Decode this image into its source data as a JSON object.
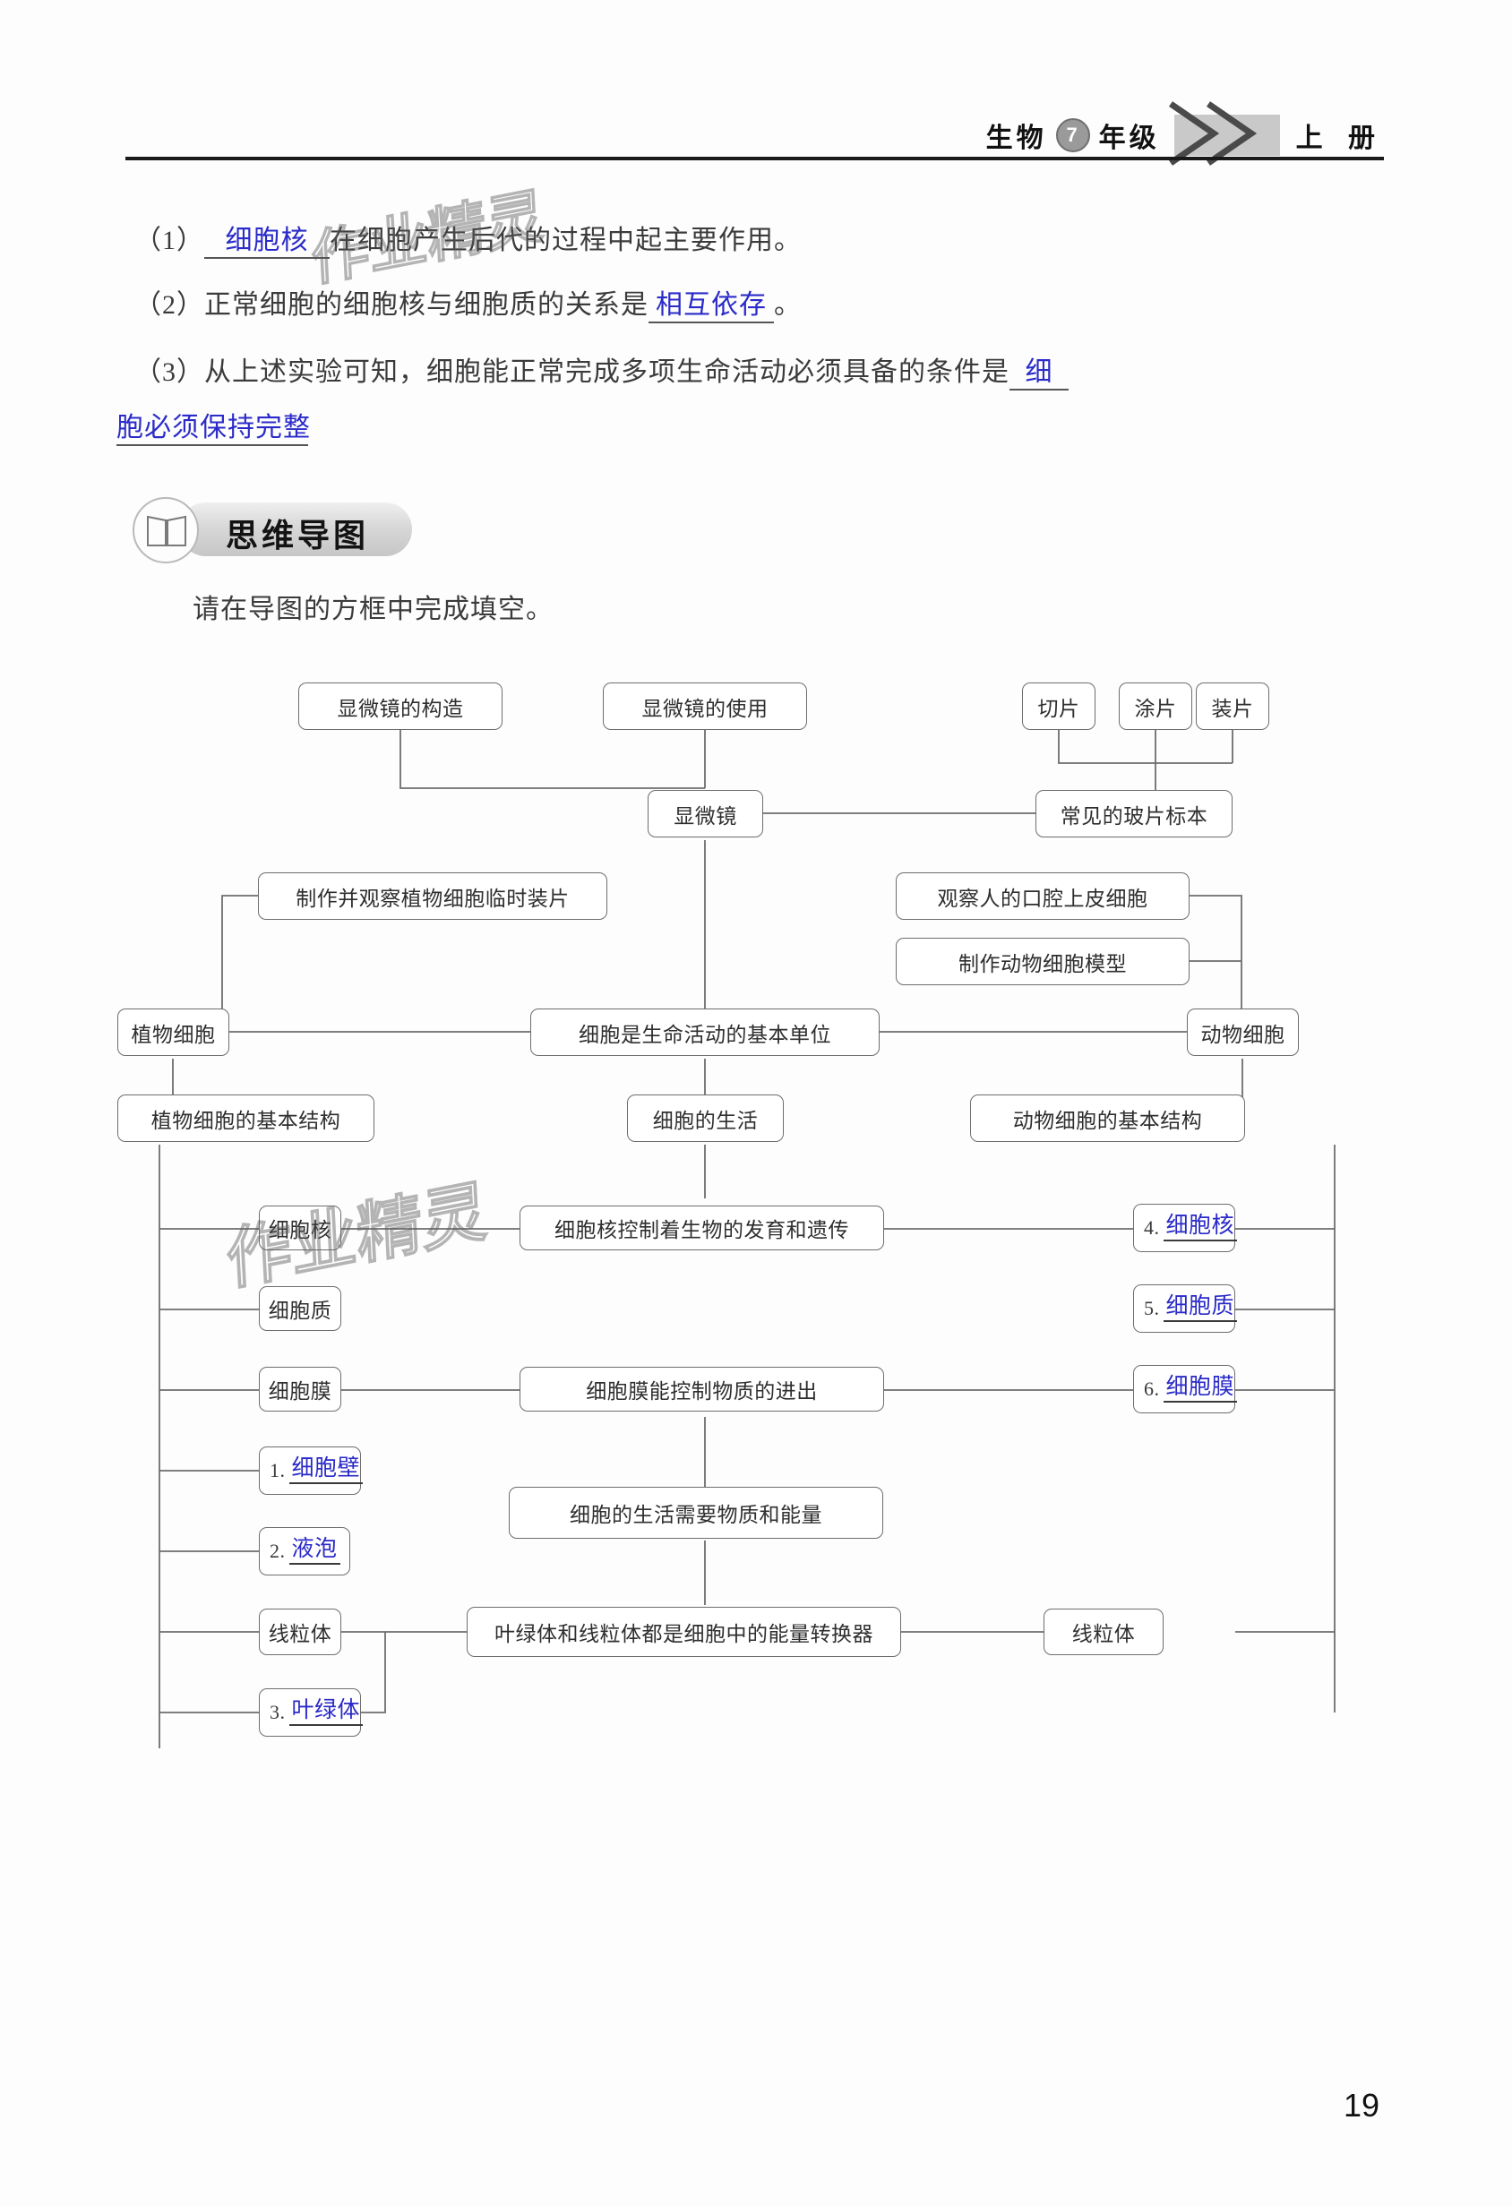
{
  "header": {
    "subject": "生物",
    "grade_number": "7",
    "grade_suffix": "年级",
    "volume": "上 册"
  },
  "questions": [
    {
      "id": "q1",
      "number": "（1）",
      "answer": "细胞核",
      "text_after": "在细胞产生后代的过程中起主要作用。"
    },
    {
      "id": "q2",
      "number": "（2）",
      "text_before": "正常细胞的细胞核与细胞质的关系是",
      "answer": "相互依存",
      "text_after": "。"
    },
    {
      "id": "q3",
      "number": "（3）",
      "text_before": "从上述实验可知，细胞能正常完成多项生命活动必须具备的条件是",
      "answer_part1": "细",
      "answer_part2": "胞必须保持完整"
    }
  ],
  "section": {
    "icon": "book-icon",
    "title": "思维导图",
    "instruction": "请在导图的方框中完成填空。"
  },
  "watermark": {
    "text": "作业精灵"
  },
  "page_number": "19",
  "chart_data": {
    "type": "diagram",
    "title": "思维导图",
    "nodes": [
      {
        "id": "n1",
        "label": "显微镜的构造"
      },
      {
        "id": "n2",
        "label": "显微镜的使用"
      },
      {
        "id": "n3",
        "label": "切片"
      },
      {
        "id": "n4",
        "label": "涂片"
      },
      {
        "id": "n5",
        "label": "装片"
      },
      {
        "id": "n6",
        "label": "显微镜"
      },
      {
        "id": "n7",
        "label": "常见的玻片标本"
      },
      {
        "id": "n8",
        "label": "制作并观察植物细胞临时装片"
      },
      {
        "id": "n9",
        "label": "观察人的口腔上皮细胞"
      },
      {
        "id": "n10",
        "label": "制作动物细胞模型"
      },
      {
        "id": "n11",
        "label": "植物细胞"
      },
      {
        "id": "n12",
        "label": "细胞是生命活动的基本单位"
      },
      {
        "id": "n13",
        "label": "动物细胞"
      },
      {
        "id": "n14",
        "label": "植物细胞的基本结构"
      },
      {
        "id": "n15",
        "label": "细胞的生活"
      },
      {
        "id": "n16",
        "label": "动物细胞的基本结构"
      },
      {
        "id": "n17",
        "label": "细胞核"
      },
      {
        "id": "n18",
        "label": "细胞核控制着生物的发育和遗传"
      },
      {
        "id": "n19",
        "num": "4.",
        "fill": "细胞核"
      },
      {
        "id": "n20",
        "label": "细胞质"
      },
      {
        "id": "n21",
        "num": "5.",
        "fill": "细胞质"
      },
      {
        "id": "n22",
        "label": "细胞膜"
      },
      {
        "id": "n23",
        "label": "细胞膜能控制物质的进出"
      },
      {
        "id": "n24",
        "num": "6.",
        "fill": "细胞膜"
      },
      {
        "id": "n25",
        "num": "1.",
        "fill": "细胞壁"
      },
      {
        "id": "n26",
        "num": "2.",
        "fill": "液泡"
      },
      {
        "id": "n27",
        "label": "细胞的生活需要物质和能量"
      },
      {
        "id": "n28",
        "label": "线粒体"
      },
      {
        "id": "n29",
        "label": "叶绿体和线粒体都是细胞中的能量转换器"
      },
      {
        "id": "n30",
        "label": "线粒体"
      },
      {
        "id": "n31",
        "num": "3.",
        "fill": "叶绿体"
      }
    ],
    "answers": {
      "1": "细胞壁",
      "2": "液泡",
      "3": "叶绿体",
      "4": "细胞核",
      "5": "细胞质",
      "6": "细胞膜"
    }
  }
}
